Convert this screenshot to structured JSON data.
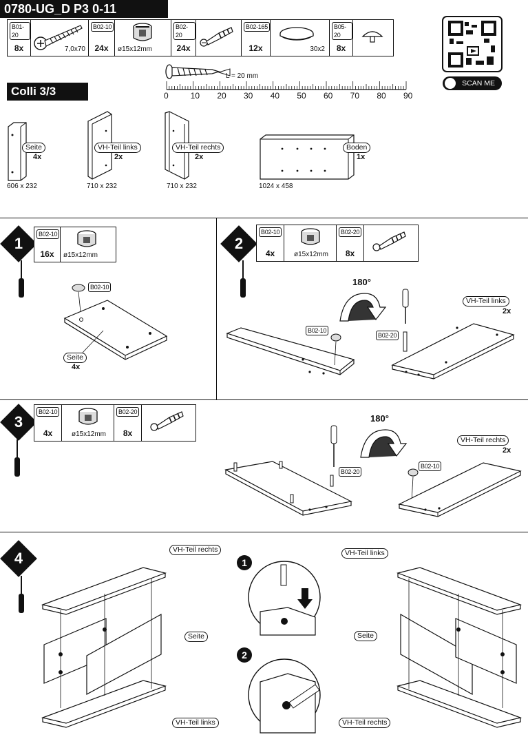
{
  "header": {
    "title": "0780-UG_D P3 0-11",
    "colli": "Colli 3/3"
  },
  "parts": [
    {
      "code": "B01-20",
      "qty": "8x",
      "size": "7,0x70"
    },
    {
      "code": "B02-10",
      "qty": "24x",
      "size": "ø15x12mm"
    },
    {
      "code": "B02-20",
      "qty": "24x",
      "size": ""
    },
    {
      "code": "B02-165",
      "qty": "12x",
      "size": "30x2"
    },
    {
      "code": "B05-20",
      "qty": "8x",
      "size": ""
    }
  ],
  "ruler": {
    "length_label": "L = 20 mm",
    "ticks": [
      "0",
      "10",
      "20",
      "30",
      "40",
      "50",
      "60",
      "70",
      "80",
      "90"
    ]
  },
  "qr": {
    "scan_label": "SCAN ME"
  },
  "panels": [
    {
      "name": "Seite",
      "qty": "4x",
      "dims": "606 x 232"
    },
    {
      "name": "VH-Teil links",
      "qty": "2x",
      "dims": "710 x 232"
    },
    {
      "name": "VH-Teil rechts",
      "qty": "2x",
      "dims": "710 x 232"
    },
    {
      "name": "Boden",
      "qty": "1x",
      "dims": "1024 x 458"
    }
  ],
  "steps": [
    {
      "num": "1",
      "parts": [
        {
          "code": "B02-10",
          "qty": "16x",
          "size": "ø15x12mm"
        }
      ],
      "callouts": {
        "part": "B02-10",
        "panel": "Seite",
        "qty": "4x"
      }
    },
    {
      "num": "2",
      "parts": [
        {
          "code": "B02-10",
          "qty": "4x",
          "size": "ø15x12mm"
        },
        {
          "code": "B02-20",
          "qty": "8x"
        }
      ],
      "rotation": "180°",
      "callouts": {
        "left_part": "B02-10",
        "right_part": "B02-20",
        "panel": "VH-Teil links",
        "qty": "2x"
      }
    },
    {
      "num": "3",
      "parts": [
        {
          "code": "B02-10",
          "qty": "4x",
          "size": "ø15x12mm"
        },
        {
          "code": "B02-20",
          "qty": "8x"
        }
      ],
      "rotation": "180°",
      "callouts": {
        "left_part": "B02-20",
        "right_part": "B02-10",
        "panel": "VH-Teil rechts",
        "qty": "2x"
      }
    },
    {
      "num": "4",
      "callouts": {
        "left_top": "VH-Teil rechts",
        "left_mid": "Seite",
        "left_bottom": "VH-Teil links",
        "right_top": "VH-Teil links",
        "right_mid": "Seite",
        "right_bottom": "VH-Teil rechts",
        "sub1": "1",
        "sub2": "2"
      }
    }
  ]
}
